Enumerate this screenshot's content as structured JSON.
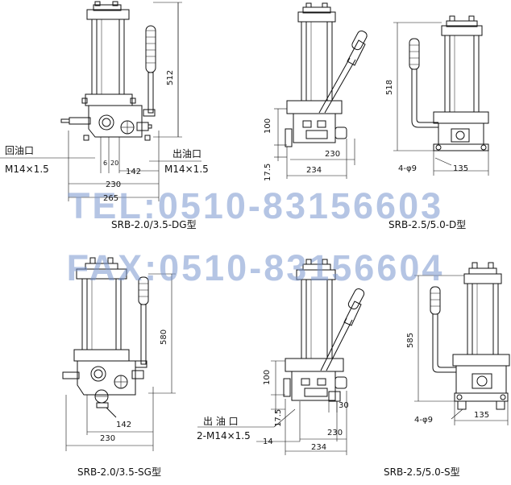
{
  "colors": {
    "line": "#111111",
    "watermark": "#7f9fd0",
    "background": "#ffffff"
  },
  "watermark": {
    "tel": "TEL:0510-83156603",
    "fax": "FAX:0510-83156604"
  },
  "captions": {
    "dg": "SRB-2.0/3.5-DG型",
    "d": "SRB-2.5/5.0-D型",
    "sg": "SRB-2.0/3.5-SG型",
    "s": "SRB-2.5/5.0-S型"
  },
  "ports": {
    "return_port": "回油口",
    "outlet_port": "出油口",
    "outlet_port_spaced": "出 油 口",
    "thread": "M14×1.5",
    "thread_double": "2-M14×1.5"
  },
  "dims": {
    "dg": {
      "h512": "512",
      "d6": "6",
      "d20": "20",
      "d142": "142",
      "d230": "230",
      "d265": "265"
    },
    "d": {
      "h100": "100",
      "h175": "17.5",
      "d230": "230",
      "d234": "234"
    },
    "d_right": {
      "h518": "518",
      "holes": "4-φ9",
      "d135": "135"
    },
    "sg": {
      "h580": "580",
      "d142": "142",
      "d230": "230"
    },
    "s_left": {
      "h100": "100",
      "h175": "17.5",
      "d30": "30",
      "d14": "14",
      "d230": "230",
      "d234": "234"
    },
    "s_right": {
      "h585": "585",
      "holes": "4-φ9",
      "d135": "135"
    }
  }
}
